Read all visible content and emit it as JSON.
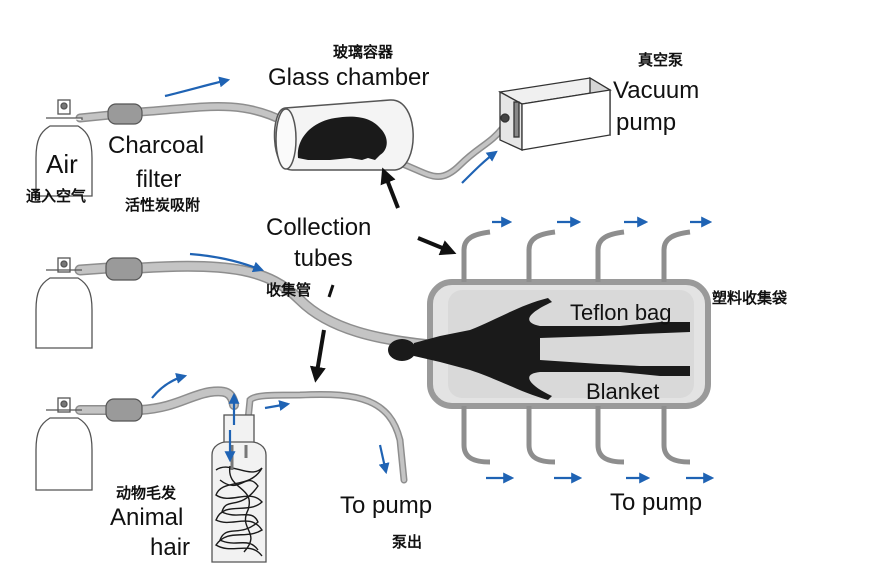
{
  "colors": {
    "tube": "#b9b9b9",
    "tube_edge": "#8e8e8e",
    "arrow_blue": "#1f63b4",
    "arrow_black": "#111111",
    "silhouette": "#1a1a1a",
    "bag_fill": "#e3e3e3",
    "bag_edge": "#999999",
    "blanket": "#d8d8d8"
  },
  "labels": {
    "glass_chamber_cn": "玻璃容器",
    "glass_chamber_en": "Glass chamber",
    "vacuum_pump_cn": "真空泵",
    "vacuum_pump_en_1": "Vacuum",
    "vacuum_pump_en_2": "pump",
    "air_en": "Air",
    "air_cn": "通入空气",
    "charcoal_filter_en_1": "Charcoal",
    "charcoal_filter_en_2": "filter",
    "charcoal_filter_cn": "活性炭吸附",
    "collection_tubes_en_1": "Collection",
    "collection_tubes_en_2": "tubes",
    "collection_tubes_cn": "收集管",
    "teflon_bag_en": "Teflon bag",
    "teflon_bag_cn": "塑料收集袋",
    "blanket_en": "Blanket",
    "to_pump_left_en": "To pump",
    "to_pump_left_cn": "泵出",
    "to_pump_right_en": "To pump",
    "animal_hair_cn": "动物毛发",
    "animal_hair_en_1": "Animal",
    "animal_hair_en_2": "hair"
  },
  "icons": [
    "air-cylinder-icon",
    "charcoal-filter-icon",
    "glass-chamber-icon",
    "guinea-pig-silhouette",
    "vacuum-pump-icon",
    "human-silhouette",
    "hair-bottle-icon"
  ]
}
